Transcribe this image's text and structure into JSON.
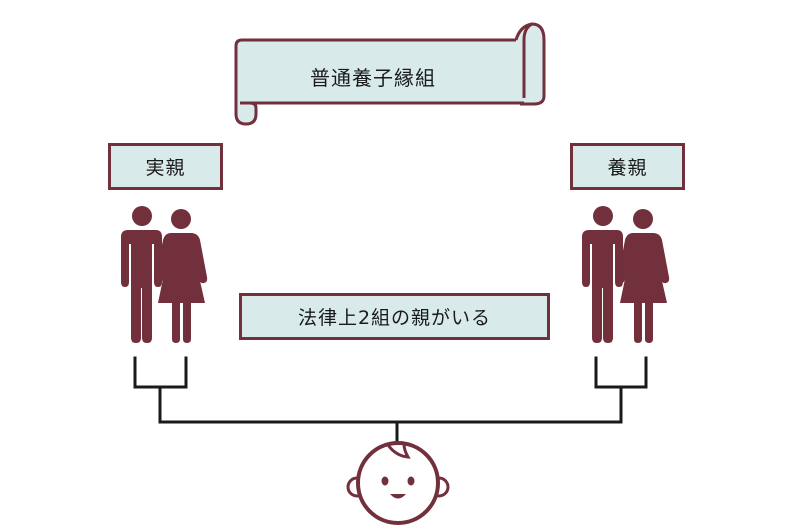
{
  "title": "普通養子縁組",
  "birth_parents": "実親",
  "adoptive_parents": "養親",
  "note": "法律上2組の親がいる",
  "colors": {
    "accent": "#722f3c",
    "label_fill": "#d9eaeb",
    "line": "#1a1a1a"
  },
  "icons": [
    "scroll-banner-icon",
    "man-icon",
    "woman-icon",
    "baby-face-icon"
  ]
}
